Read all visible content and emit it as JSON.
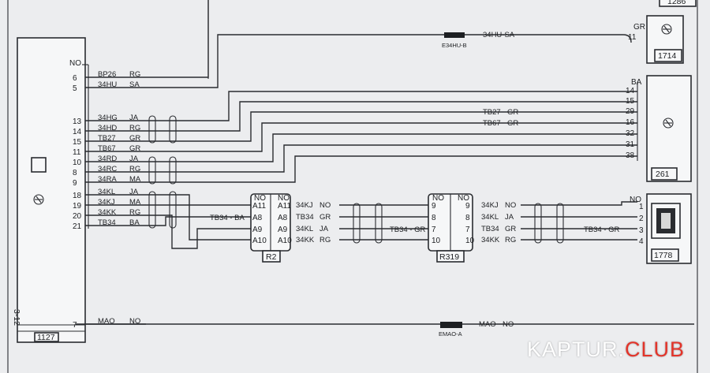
{
  "top_right_box_label": "1286",
  "ecu": {
    "name": "1127",
    "side_label": "3-12",
    "header": "NO",
    "pins": [
      {
        "num": "6",
        "code": "BP26",
        "color": "RG"
      },
      {
        "num": "5",
        "code": "34HU",
        "color": "SA"
      },
      {
        "num": "13",
        "code": "34HG",
        "color": "JA"
      },
      {
        "num": "14",
        "code": "34HD",
        "color": "RG"
      },
      {
        "num": "15",
        "code": "TB27",
        "color": "GR"
      },
      {
        "num": "11",
        "code": "TB67",
        "color": "GR"
      },
      {
        "num": "10",
        "code": "34RD",
        "color": "JA"
      },
      {
        "num": "8",
        "code": "34RC",
        "color": "RG"
      },
      {
        "num": "9",
        "code": "34RA",
        "color": "MA"
      },
      {
        "num": "18",
        "code": "34KL",
        "color": "JA"
      },
      {
        "num": "19",
        "code": "34KJ",
        "color": "MA"
      },
      {
        "num": "20",
        "code": "34KK",
        "color": "RG"
      },
      {
        "num": "21",
        "code": "TB34",
        "color": "BA"
      },
      {
        "num": "7",
        "code": "MAO",
        "color": "NO"
      }
    ]
  },
  "connectors": {
    "e34hu": {
      "name": "E34HU-B",
      "wire": "34HU-SA"
    },
    "emao": {
      "name": "EMAO-A",
      "wire": "MAO",
      "color": "NO"
    }
  },
  "comp_1714": {
    "name": "1714",
    "color": "GR",
    "pin": "11"
  },
  "comp_261": {
    "name": "261",
    "header": "BA",
    "pins": [
      "14",
      "15",
      "29",
      "16",
      "32",
      "31",
      "38"
    ],
    "wires": [
      {
        "code": "TB27",
        "color": "GR"
      },
      {
        "code": "TB67",
        "color": "GR"
      }
    ]
  },
  "r2": {
    "name": "R2",
    "left_header": "NO",
    "right_header": "NO",
    "left_pins": [
      "A11",
      "A8",
      "A9",
      "A10"
    ],
    "right_pins": [
      "A11",
      "A8",
      "A9",
      "A10"
    ],
    "right_wires": [
      {
        "code": "34KJ",
        "color": "NO"
      },
      {
        "code": "TB34",
        "color": "GR"
      },
      {
        "code": "34KL",
        "color": "JA"
      },
      {
        "code": "34KK",
        "color": "RG"
      }
    ],
    "tb34_in": "TB34 - BA"
  },
  "r319": {
    "name": "R319",
    "left_header": "NO",
    "right_header": "NO",
    "left_pins": [
      "9",
      "8",
      "7",
      "10"
    ],
    "right_pins": [
      "9",
      "8",
      "7",
      "10"
    ],
    "tb34_in": "TB34 - GR",
    "right_wires": [
      {
        "code": "34KJ",
        "color": "NO"
      },
      {
        "code": "34KL",
        "color": "JA"
      },
      {
        "code": "TB34",
        "color": "GR"
      },
      {
        "code": "34KK",
        "color": "RG"
      }
    ]
  },
  "comp_1778": {
    "name": "1778",
    "header": "NO",
    "pins": [
      "1",
      "2",
      "3",
      "4"
    ],
    "tb34_in": "TB34 - GR"
  },
  "watermark": {
    "main": "KAPTUR.",
    "accent": "CLUB"
  }
}
